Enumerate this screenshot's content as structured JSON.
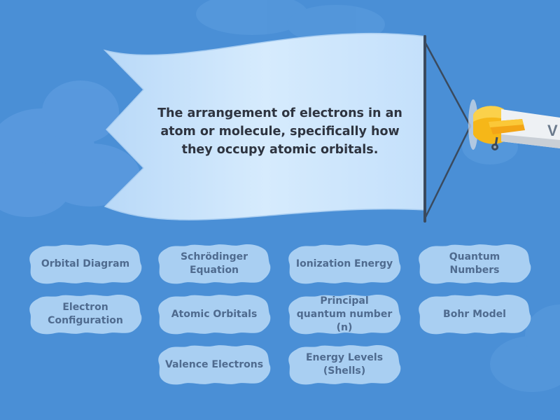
{
  "clue": {
    "text": "The arrangement of electrons in an atom or molecule, specifically how they occupy atomic orbitals."
  },
  "plane": {
    "tail_letter": "V"
  },
  "answers": [
    {
      "label": "Orbital Diagram"
    },
    {
      "label": "Schrödinger Equation"
    },
    {
      "label": "Ionization Energy"
    },
    {
      "label": "Quantum Numbers"
    },
    {
      "label": "Electron Configuration"
    },
    {
      "label": "Atomic Orbitals"
    },
    {
      "label": "Principal quantum number (n)"
    },
    {
      "label": "Bohr Model"
    },
    {
      "label": "Valence Electrons"
    },
    {
      "label": "Energy Levels (Shells)"
    }
  ],
  "colors": {
    "sky": "#4a8fd6",
    "banner": "#c7e2fb",
    "tile": "#a9cff2",
    "tile_text": "#4f6b8f",
    "plane_body": "#f6b718"
  }
}
